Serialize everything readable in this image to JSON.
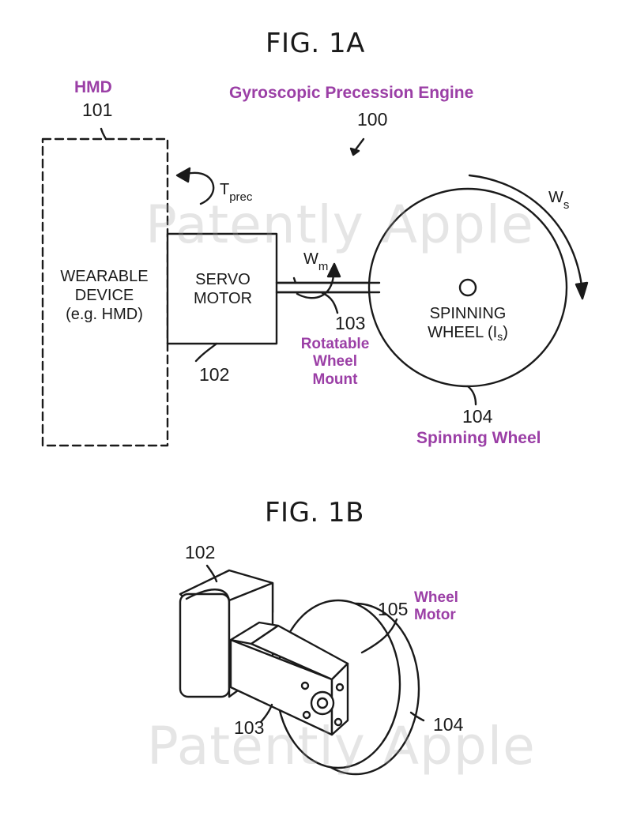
{
  "fig_a": {
    "title": "FIG. 1A",
    "annotation_engine": "Gyroscopic Precession Engine",
    "annotation_hmd": "HMD",
    "annotation_mount": "Rotatable Wheel Mount",
    "annotation_mount_lines": [
      "Rotatable",
      "Wheel",
      "Mount"
    ],
    "annotation_wheel": "Spinning Wheel",
    "ref_100": "100",
    "ref_101": "101",
    "ref_102": "102",
    "ref_103": "103",
    "ref_104": "104",
    "wearable_lines": [
      "WEARABLE",
      "DEVICE",
      "(e.g. HMD)"
    ],
    "servo_lines": [
      "SERVO",
      "MOTOR"
    ],
    "wheel_lines": [
      "SPINNING",
      "WHEEL (I"
    ],
    "wheel_sub": "s",
    "wheel_close": ")",
    "t_prec_main": "T",
    "t_prec_sub": "prec",
    "w_m_main": "W",
    "w_m_sub": "m",
    "w_s_main": "W",
    "w_s_sub": "s"
  },
  "fig_b": {
    "title": "FIG. 1B",
    "annotation_motor_lines": [
      "Wheel",
      "Motor"
    ],
    "ref_102": "102",
    "ref_103": "103",
    "ref_104": "104",
    "ref_105": "105"
  },
  "watermark": "Patently Apple"
}
